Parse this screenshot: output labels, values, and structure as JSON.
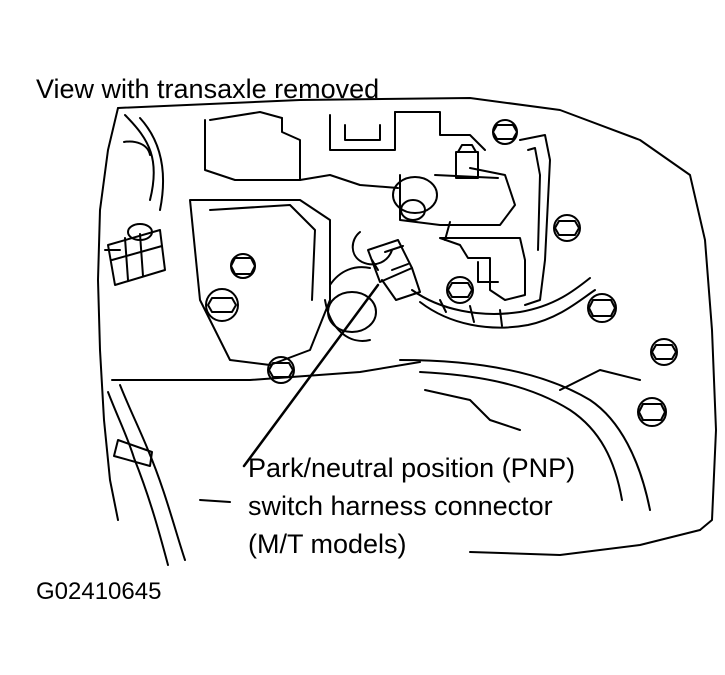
{
  "title": "View with transaxle removed",
  "callout": {
    "lines": [
      "Park/neutral position (PNP)",
      "switch harness connector",
      "(M/T models)"
    ]
  },
  "figure_id": "G02410645",
  "colors": {
    "line": "#000000",
    "background": "#ffffff"
  }
}
